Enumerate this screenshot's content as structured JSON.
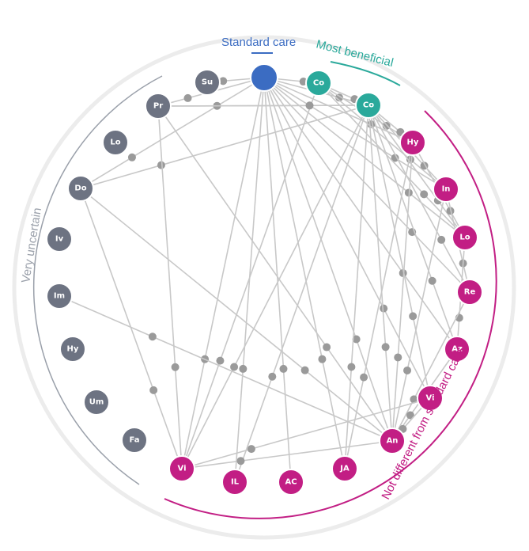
{
  "colors": {
    "standard_care": "#3b6cc2",
    "most_beneficial": "#2aa99b",
    "not_different": "#c21e84",
    "very_uncertain": "#6d7382",
    "edge": "#c8c8c8",
    "edge_dot": "#9a9a9a",
    "outer_ring": "#ececec",
    "uncertain_arc": "#9aa0aa"
  },
  "groups": {
    "standard_care": "Standard care",
    "most_beneficial": "Most beneficial",
    "very_uncertain": "Very uncertain",
    "not_different": "Not different from standard care"
  },
  "nodes": [
    {
      "id": "sc",
      "label": "",
      "group": "standard_care"
    },
    {
      "id": "co1",
      "label": "Co",
      "group": "most_beneficial"
    },
    {
      "id": "co2",
      "label": "Co",
      "group": "most_beneficial"
    },
    {
      "id": "hy1",
      "label": "Hy",
      "group": "not_different"
    },
    {
      "id": "in",
      "label": "In",
      "group": "not_different"
    },
    {
      "id": "lo2",
      "label": "Lo",
      "group": "not_different"
    },
    {
      "id": "re",
      "label": "Re",
      "group": "not_different"
    },
    {
      "id": "az",
      "label": "Az",
      "group": "not_different"
    },
    {
      "id": "vi2",
      "label": "Vi",
      "group": "not_different"
    },
    {
      "id": "an",
      "label": "An",
      "group": "not_different"
    },
    {
      "id": "ja",
      "label": "JA",
      "group": "not_different"
    },
    {
      "id": "ac",
      "label": "AC",
      "group": "not_different"
    },
    {
      "id": "il",
      "label": "IL",
      "group": "not_different"
    },
    {
      "id": "vi",
      "label": "Vi",
      "group": "not_different"
    },
    {
      "id": "fa",
      "label": "Fa",
      "group": "very_uncertain"
    },
    {
      "id": "um",
      "label": "Um",
      "group": "very_uncertain"
    },
    {
      "id": "hy2",
      "label": "Hy",
      "group": "very_uncertain"
    },
    {
      "id": "im",
      "label": "Im",
      "group": "very_uncertain"
    },
    {
      "id": "iv",
      "label": "Iv",
      "group": "very_uncertain"
    },
    {
      "id": "do",
      "label": "Do",
      "group": "very_uncertain"
    },
    {
      "id": "lo1",
      "label": "Lo",
      "group": "very_uncertain"
    },
    {
      "id": "pr",
      "label": "Pr",
      "group": "very_uncertain"
    },
    {
      "id": "su",
      "label": "Su",
      "group": "very_uncertain"
    }
  ],
  "edges": [
    [
      "sc",
      "co1"
    ],
    [
      "sc",
      "co2"
    ],
    [
      "sc",
      "hy1"
    ],
    [
      "sc",
      "in"
    ],
    [
      "sc",
      "lo2"
    ],
    [
      "sc",
      "re"
    ],
    [
      "sc",
      "az"
    ],
    [
      "sc",
      "vi2"
    ],
    [
      "sc",
      "an"
    ],
    [
      "sc",
      "ja"
    ],
    [
      "sc",
      "ac"
    ],
    [
      "sc",
      "il"
    ],
    [
      "sc",
      "vi"
    ],
    [
      "sc",
      "pr"
    ],
    [
      "sc",
      "su"
    ],
    [
      "sc",
      "do"
    ],
    [
      "co1",
      "co2"
    ],
    [
      "co1",
      "hy1"
    ],
    [
      "co1",
      "in"
    ],
    [
      "co1",
      "vi"
    ],
    [
      "co1",
      "lo2"
    ],
    [
      "co2",
      "hy1"
    ],
    [
      "co2",
      "in"
    ],
    [
      "co2",
      "lo2"
    ],
    [
      "co2",
      "re"
    ],
    [
      "co2",
      "az"
    ],
    [
      "co2",
      "vi2"
    ],
    [
      "co2",
      "an"
    ],
    [
      "co2",
      "ja"
    ],
    [
      "co2",
      "do"
    ],
    [
      "co2",
      "pr"
    ],
    [
      "co2",
      "vi"
    ],
    [
      "co2",
      "il"
    ],
    [
      "hy1",
      "lo2"
    ],
    [
      "hy1",
      "an"
    ],
    [
      "hy1",
      "ja"
    ],
    [
      "in",
      "re"
    ],
    [
      "in",
      "an"
    ],
    [
      "lo2",
      "az"
    ],
    [
      "re",
      "an"
    ],
    [
      "az",
      "an"
    ],
    [
      "vi2",
      "an"
    ],
    [
      "vi2",
      "vi"
    ],
    [
      "an",
      "vi"
    ],
    [
      "an",
      "im"
    ],
    [
      "do",
      "an"
    ],
    [
      "do",
      "vi"
    ],
    [
      "pr",
      "vi"
    ],
    [
      "pr",
      "an"
    ],
    [
      "pr",
      "co2"
    ]
  ]
}
